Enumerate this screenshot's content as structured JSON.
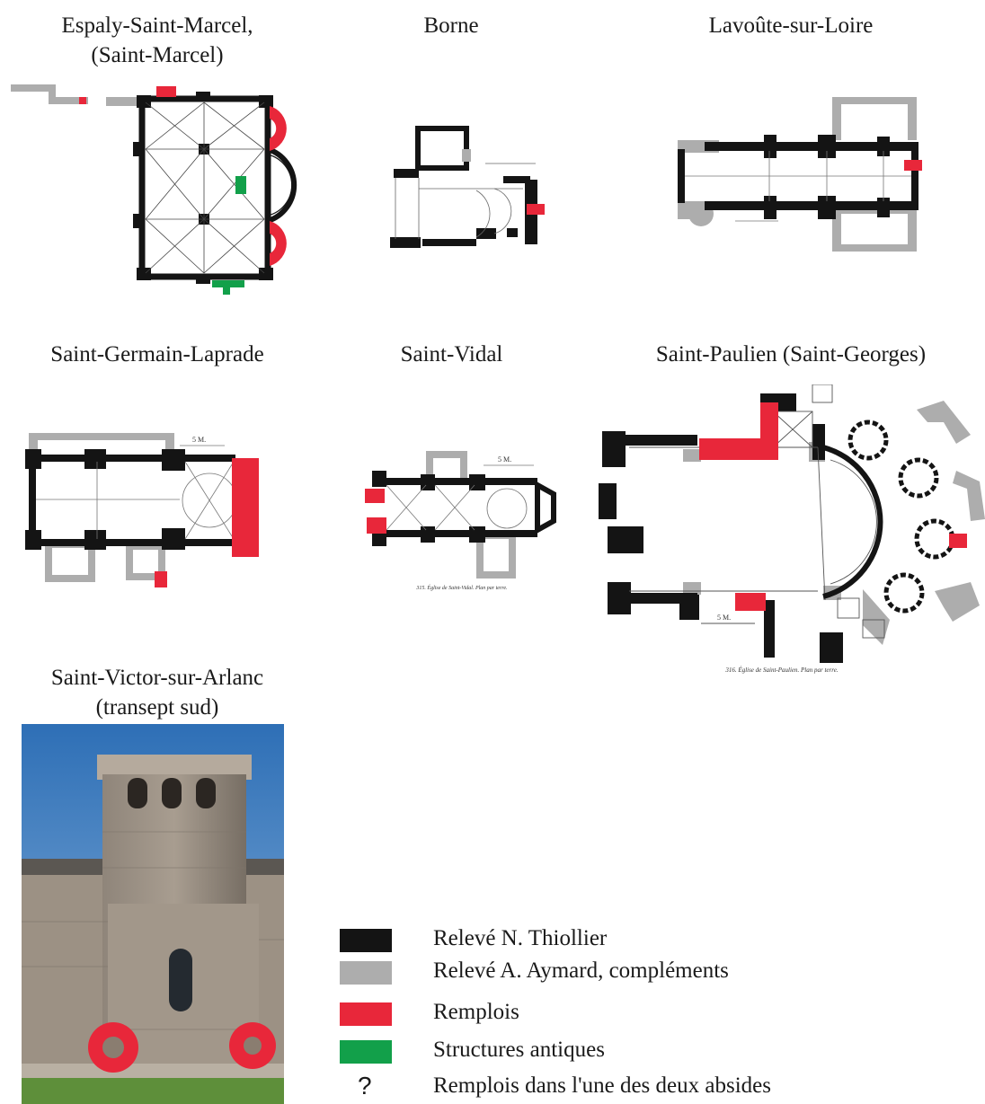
{
  "titles": {
    "espaly_line1": "Espaly-Saint-Marcel,",
    "espaly_line2": "(Saint-Marcel)",
    "borne": "Borne",
    "lavoute": "Lavoûte-sur-Loire",
    "st_germain": "Saint-Germain-Laprade",
    "st_vidal": "Saint-Vidal",
    "st_paulien": "Saint-Paulien (Saint-Georges)",
    "st_victor_line1": "Saint-Victor-sur-Arlanc",
    "st_victor_line2": "(transept sud)"
  },
  "plan_notes": {
    "st_germain_scale": "5 M.",
    "st_vidal_scale": "5 M.",
    "st_vidal_caption": "315. Église de Saint-Vidal. Plan par terre.",
    "st_paulien_scale": "5 M.",
    "st_paulien_caption": "316. Église de Saint-Paulien. Plan par terre."
  },
  "legend": [
    {
      "label": "Relevé N. Thiollier",
      "color": "#141414"
    },
    {
      "label": "Relevé A. Aymard, compléments",
      "color": "#adadad"
    },
    {
      "label": "Remplois",
      "color": "#e8273a"
    },
    {
      "label": "Structures antiques",
      "color": "#12a04a"
    },
    {
      "label": "Remplois dans l'une des deux absides",
      "symbol": "?"
    }
  ],
  "colors": {
    "thiollier": "#141414",
    "aymard": "#adadad",
    "remplois": "#e8273a",
    "antiques": "#12a04a"
  }
}
